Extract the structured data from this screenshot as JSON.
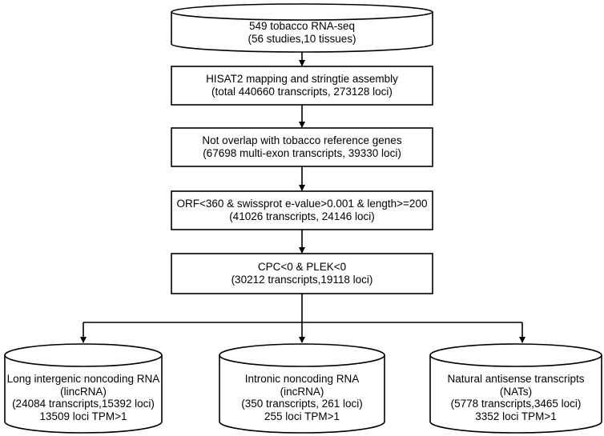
{
  "steps": [
    {
      "line1": "549 tobacco RNA-seq",
      "line2": "(56 studies,10 tissues)"
    },
    {
      "line1": "HISAT2 mapping and stringtie assembly",
      "line2": "(total 440660 transcripts, 273128 loci)"
    },
    {
      "line1": "Not overlap with tobacco reference genes",
      "line2": "(67698 multi-exon transcripts, 39330 loci)"
    },
    {
      "line1": "ORF<360 & swissprot e-value>0.001 & length>=200",
      "line2": "(41026  transcripts, 24146 loci)"
    },
    {
      "line1": "CPC<0 & PLEK<0",
      "line2": "(30212 transcripts,19118 loci)"
    }
  ],
  "outputs": [
    {
      "line1": "Long intergenic noncoding RNA",
      "line2": "(lincRNA)",
      "line3": "(24084 transcripts,15392 loci)",
      "line4": "13509 loci TPM>1"
    },
    {
      "line1": "Intronic noncoding RNA",
      "line2": "(incRNA)",
      "line3": "(350 transcripts, 261 loci)",
      "line4": "255 loci TPM>1"
    },
    {
      "line1": "Natural antisense transcripts",
      "line2": "(NATs)",
      "line3": "(5778 transcripts,3465 loci)",
      "line4": "3352 loci TPM>1"
    }
  ]
}
